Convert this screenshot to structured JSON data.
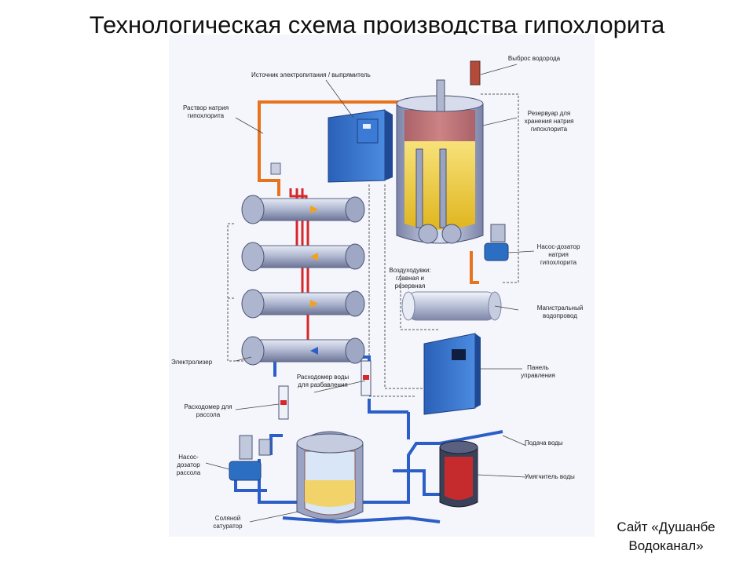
{
  "slide": {
    "title_line1": "Технологическая схема производства гипохлорита",
    "title_line2": "натрия",
    "credit": "Сайт «Душанбе Водоканал»"
  },
  "diagram": {
    "labels": {
      "hydrogen_vent": "Выброс водорода",
      "power_source": "Источник электропитания / выпрямитель",
      "hypochlorite_solution": "Раствор натрия гипохлорита",
      "storage_tank": "Резервуар для хранения натрия гипохлорита",
      "dosing_pump_hypo": "Насос-дозатор натрия гипохлорита",
      "blowers": "Воздуходувки: главная и резервная",
      "main_water_line": "Магистральный водопровод",
      "control_panel": "Панель управления",
      "electrolyzer": "Электролизер",
      "dilution_flowmeter": "Расходомер воды для разбавления",
      "brine_flowmeter": "Расходомер для рассола",
      "brine_dosing_pump": "Насос-дозатор рассола",
      "water_supply": "Подача воды",
      "water_softener": "Умягчитель воды",
      "salt_saturator": "Соляной сатуратор"
    },
    "colors": {
      "pipe_blue": "#2b5fc7",
      "pipe_orange": "#e8731c",
      "pipe_red": "#d6272a",
      "liquid_yellow": "#f2d12c",
      "steel": "#b8c0d6",
      "cabinet_blue": "#2c6fc2"
    }
  }
}
